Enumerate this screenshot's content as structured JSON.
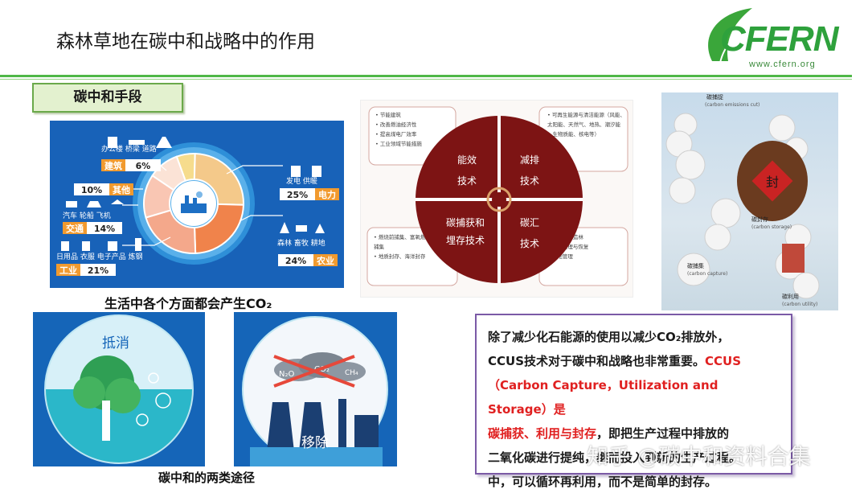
{
  "slide": {
    "title": "森林草地在碳中和战略中的作用",
    "logo_text": "CFERN",
    "logo_url": "www.cfern.org",
    "section_label": "碳中和手段"
  },
  "chart_data": {
    "type": "pie",
    "title": "生活中各个方面都会产生CO₂",
    "categories": [
      "建筑",
      "电力",
      "农业",
      "工业",
      "交通",
      "其他"
    ],
    "values": [
      6,
      25,
      24,
      21,
      14,
      10
    ],
    "value_labels": [
      "6%",
      "25%",
      "24%",
      "21%",
      "14%",
      "10%"
    ],
    "subcategory_icons": {
      "建筑": [
        "办公楼",
        "桥梁",
        "道路"
      ],
      "电力": [
        "发电",
        "供暖"
      ],
      "农业": [
        "森林",
        "畜牧",
        "耕地"
      ],
      "工业": [
        "日用品",
        "衣服",
        "电子产品",
        "炼钢"
      ],
      "交通": [
        "汽车",
        "轮船",
        "飞机"
      ]
    },
    "colors": [
      "#f6dc8d",
      "#f4c98a",
      "#f0834b",
      "#f4a88b",
      "#f9c6b3",
      "#fbe3d6"
    ]
  },
  "strategy_wheel": {
    "quadrants": [
      {
        "title": "能效技术",
        "items": [
          "节能建筑",
          "改善燃油经济性",
          "提高煤电厂效率",
          "工业领域节能措施"
        ]
      },
      {
        "title": "减排技术",
        "items": [
          "可再生能源与清洁能源（风能、太阳能、天然气、地热、潮汐能、生物质能、核电等）"
        ]
      },
      {
        "title": "碳捕获和埋存技术",
        "items": [
          "燃烧前捕集、富氧燃烧、燃烧后捕集",
          "地质封存、海洋封存"
        ]
      },
      {
        "title": "碳汇技术",
        "items": [
          "造林与再造林",
          "草原管理与恢复",
          "耕地管理"
        ]
      }
    ]
  },
  "poster": {
    "labels": [
      "碳捕捉",
      "(carbon emissions cut)",
      "碳封存",
      "(carbon storage)",
      "碳捕集",
      "(carbon capture)",
      "碳利用",
      "(carbon utility)"
    ],
    "jar_char": "封"
  },
  "tiles": {
    "offset_label": "抵消",
    "remove_label": "移除",
    "gas_labels": [
      "N₂O",
      "CO₂",
      "CH₄"
    ],
    "caption": "碳中和的两类途径"
  },
  "text_box": {
    "line1": "除了减少化石能源的使用以减少CO₂排放外，",
    "line2a": "CCUS技术对于碳中和战略也非常重要。",
    "line2b": "CCUS",
    "line3": "（Carbon Capture，Utilization and Storage）是",
    "line4a": "碳捕获、利用与封存",
    "line4b": "，即把生产过程中排放的",
    "line5": "二氧化碳进行提纯，继而投入到新的生产过程。",
    "line6": "中，可以循环再利用，而不是简单的封存。"
  },
  "watermark": "知乎 @碳中和资料合集"
}
